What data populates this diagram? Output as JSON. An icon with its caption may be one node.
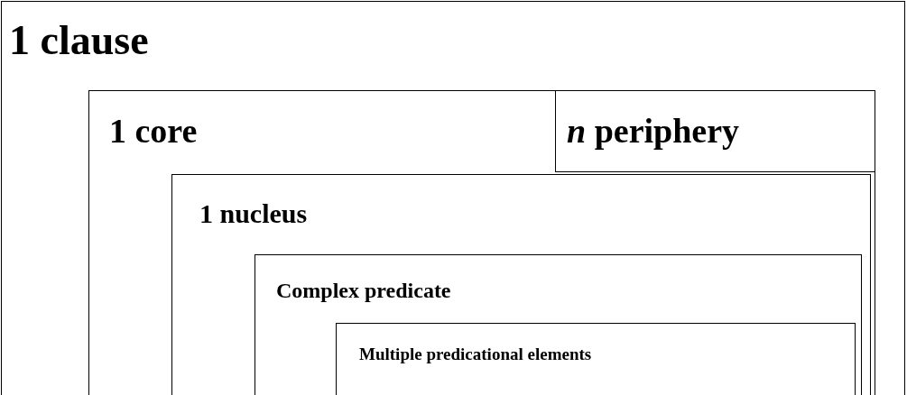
{
  "diagram": {
    "nodes": [
      {
        "text": [
          "1 clause"
        ]
      },
      {
        "text": [
          "1 core"
        ],
        "in": 0
      },
      {
        "text": [
          "*n* periphery"
        ],
        "in": 1
      },
      {
        "text": [
          "1 nucleus"
        ],
        "in": 1
      },
      {
        "text": [
          "Complex predicate"
        ],
        "in": 3
      },
      {
        "text": [
          "Multiple predicational elements"
        ],
        "in": 4
      }
    ]
  }
}
